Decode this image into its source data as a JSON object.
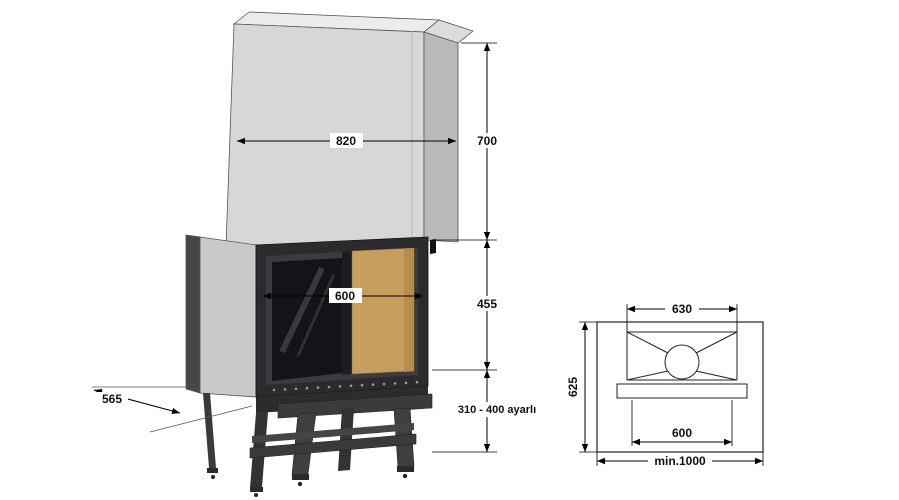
{
  "diagram": {
    "title": "fireplace-insert-technical-drawing",
    "front_view": {
      "dimensions": {
        "hood_width": "820",
        "hood_height": "700",
        "firebox_width": "600",
        "firebox_height": "455",
        "depth": "565",
        "leg_adjust": "310 - 400 ayarlı"
      },
      "palette": {
        "hood_front": "#d7d7d7",
        "hood_side": "#b9b9b9",
        "hood_top": "#ececec",
        "door_frame": "#2b2b2e",
        "glass": "#131318",
        "firebrick": "#c79e5e",
        "stand": "#3b3b3b",
        "line": "#000000"
      }
    },
    "plan_view": {
      "dimensions": {
        "top_width": "630",
        "depth": "625",
        "bottom_width": "600",
        "min_width": "min.1000"
      }
    }
  }
}
